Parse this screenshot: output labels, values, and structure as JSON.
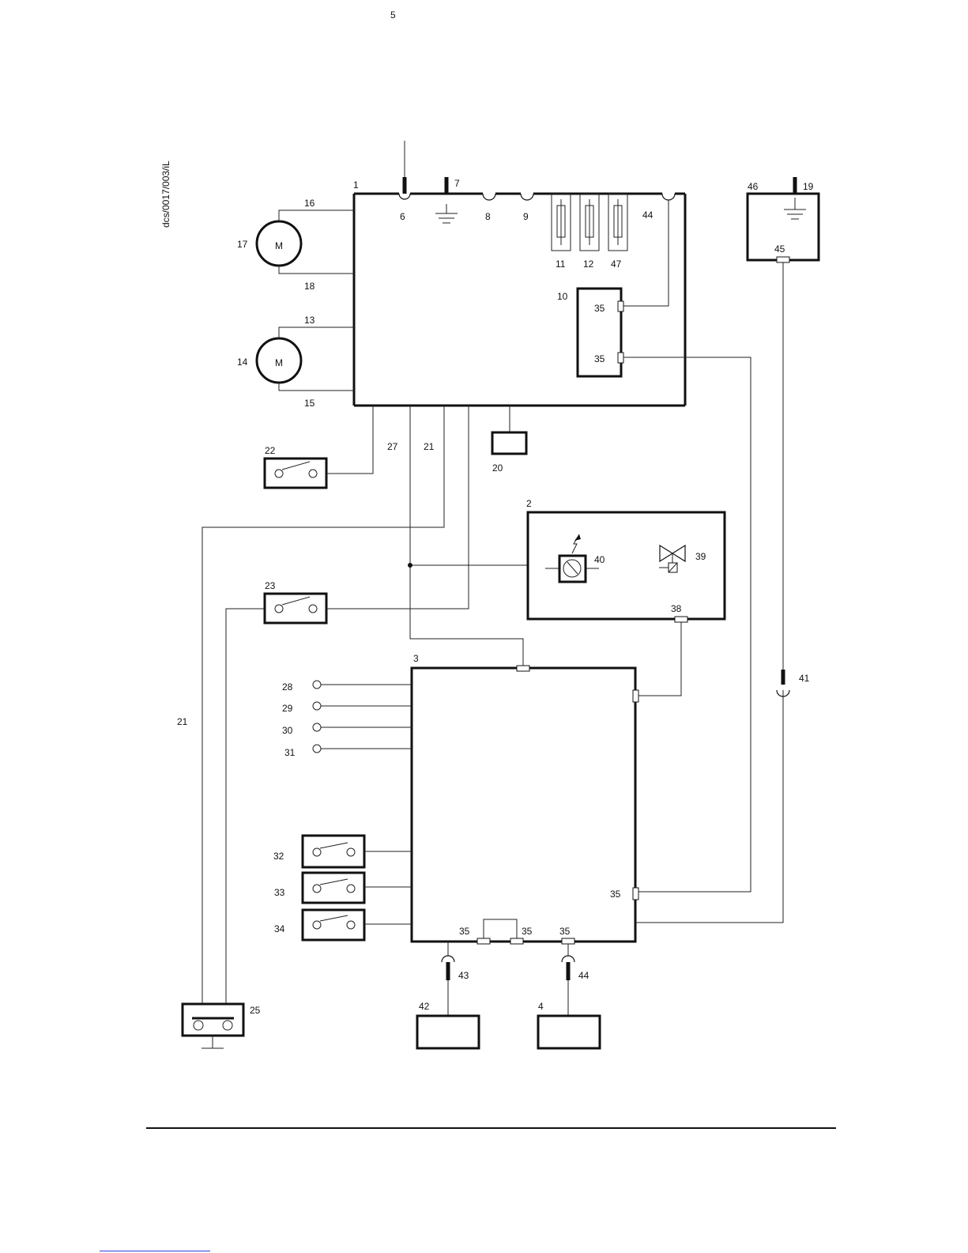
{
  "doc_code": "dcs/0017/003/iL",
  "motor_symbol": "M",
  "labels": {
    "l1": "1",
    "l2": "2",
    "l3": "3",
    "l4": "4",
    "l5": "5",
    "l6": "6",
    "l7": "7",
    "l8": "8",
    "l9": "9",
    "l10": "10",
    "l11": "11",
    "l12": "12",
    "l13": "13",
    "l14": "14",
    "l15": "15",
    "l16": "16",
    "l17": "17",
    "l18": "18",
    "l19": "19",
    "l20": "20",
    "l21a": "21",
    "l21b": "21",
    "l22": "22",
    "l23": "23",
    "l25": "25",
    "l27": "27",
    "l28": "28",
    "l29": "29",
    "l30": "30",
    "l31": "31",
    "l32": "32",
    "l33": "33",
    "l34": "34",
    "l35a": "35",
    "l35b": "35",
    "l35c": "35",
    "l35d": "35",
    "l35e": "35",
    "l35f": "35",
    "l38": "38",
    "l39": "39",
    "l40": "40",
    "l41": "41",
    "l42": "42",
    "l43": "43",
    "l44a": "44",
    "l44b": "44",
    "l45": "45",
    "l46": "46",
    "l47": "47"
  },
  "colors": {
    "line": "#111111",
    "footer_link": "#2a3fd8"
  }
}
